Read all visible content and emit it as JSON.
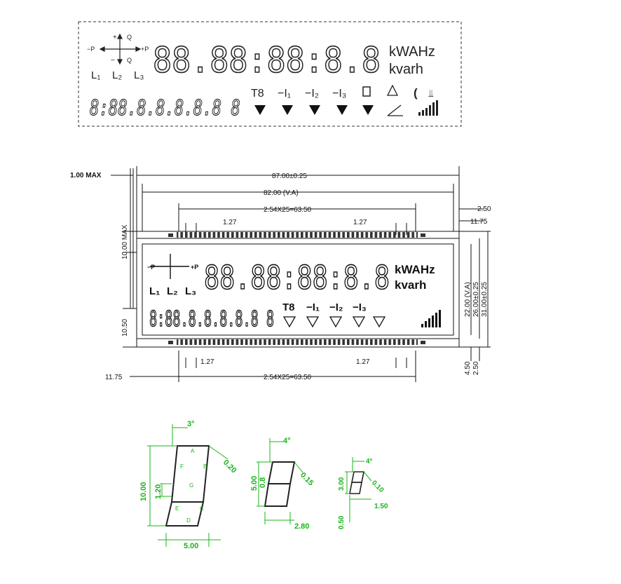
{
  "colors": {
    "ink": "#1a1a1a",
    "dim_line": "#111111",
    "green": "#19b419"
  },
  "top_lcd": {
    "axis": {
      "plus": "+",
      "q_top": "Q",
      "minus_p": "−P",
      "plus_p": "+P",
      "minus": "−",
      "q_bottom": "Q"
    },
    "phases": [
      "L₁",
      "L₂",
      "L₃"
    ],
    "main_digits": "88.88:88:8.8",
    "sub_digits": "8:88.8.8.8.8.8 8",
    "units": [
      "kWAHz",
      "kvarh"
    ],
    "status_icons": [
      "T8",
      "−I₁",
      "−I₂",
      "−I₃",
      "battery-icon",
      "alarm-icon",
      "phone-icon",
      "signal-icon"
    ]
  },
  "drawing": {
    "dim_max": "1.00  MAX",
    "dim_width": "87.00±0.25",
    "dim_va": "82.00  (V.A)",
    "dim_pitch_top": "2.54X25=63.50",
    "dim_pitch_bottom": "2.54X25=63.50",
    "dim_127": "1.27",
    "dim_250": "2.50",
    "dim_1175": "11.75",
    "dim_10max": "10.00  MAX",
    "dim_1050": "10.50",
    "dim_22": "22.00  (V.A)",
    "dim_26": "26.00±0.25",
    "dim_31": "31.00±0.25",
    "dim_450": "4.50",
    "units": [
      "kWAHz",
      "kvarh"
    ]
  },
  "details": {
    "big": {
      "angle": "3°",
      "height": "10.00",
      "mid": "1.20",
      "width": "5.00",
      "stroke": "0.20",
      "segs": [
        "A",
        "B",
        "C",
        "D",
        "E",
        "F",
        "G"
      ]
    },
    "medium": {
      "angle": "4°",
      "height": "5.00",
      "mid": "0.8",
      "width": "2.80",
      "stroke": "0.15"
    },
    "small": {
      "angle": "4°",
      "height": "3.00",
      "mid": "0.50",
      "width": "1.50",
      "stroke": "0.10"
    }
  }
}
